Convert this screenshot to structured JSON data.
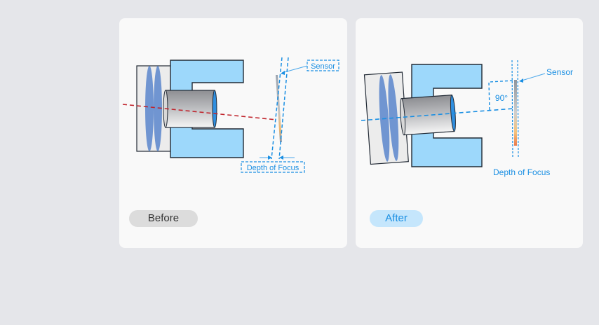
{
  "panels": [
    {
      "id": "before",
      "label": "Before",
      "annotations": {
        "sensor": "Sensor",
        "depth_of_focus": "Depth of Focus"
      },
      "optical_axis_color": "#c0242c",
      "pill_bg": "#dcdcdc",
      "pill_text_color": "#333333"
    },
    {
      "id": "after",
      "label": "After",
      "annotations": {
        "sensor": "Sensor",
        "depth_of_focus": "Depth of Focus",
        "angle": "90°"
      },
      "optical_axis_color": "#1a8fe3",
      "pill_bg": "#c5e6fc",
      "pill_text_color": "#1a8fe3"
    }
  ],
  "colors": {
    "page_bg": "#e5e6ea",
    "card_bg": "#f9f9f9",
    "mount_fill": "#9dd8fb",
    "annotation_blue": "#1a8fe3"
  }
}
